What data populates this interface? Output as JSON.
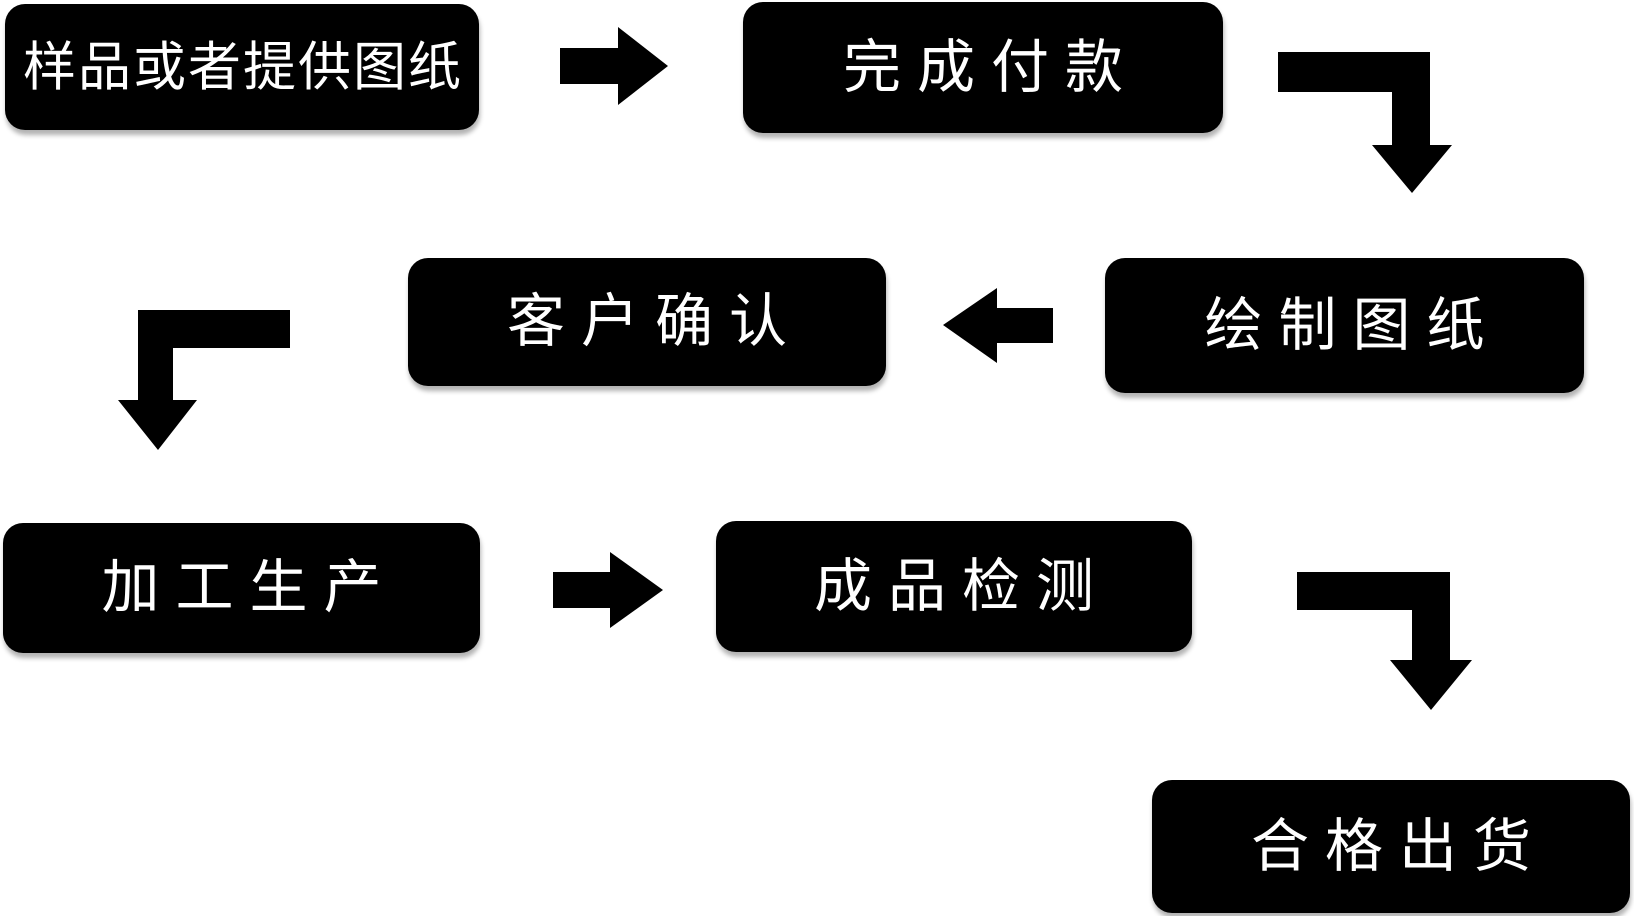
{
  "flowchart": {
    "background_color": "#ffffff",
    "node_fill_color": "#000000",
    "node_text_color": "#ffffff",
    "arrow_color": "#000000",
    "nodes": [
      {
        "id": "sample-or-drawings",
        "label": "样品或者提供图纸"
      },
      {
        "id": "complete-payment",
        "label": "完成付款"
      },
      {
        "id": "draw-drawings",
        "label": "绘制图纸"
      },
      {
        "id": "customer-confirm",
        "label": "客户确认"
      },
      {
        "id": "processing-production",
        "label": "加工生产"
      },
      {
        "id": "product-inspection",
        "label": "成品检测"
      },
      {
        "id": "qualified-shipment",
        "label": "合格出货"
      }
    ],
    "edges": [
      {
        "from": "sample-or-drawings",
        "to": "complete-payment",
        "shape": "straight-right"
      },
      {
        "from": "complete-payment",
        "to": "draw-drawings",
        "shape": "elbow-down-right"
      },
      {
        "from": "draw-drawings",
        "to": "customer-confirm",
        "shape": "straight-left"
      },
      {
        "from": "customer-confirm",
        "to": "processing-production",
        "shape": "elbow-down-left"
      },
      {
        "from": "processing-production",
        "to": "product-inspection",
        "shape": "straight-right"
      },
      {
        "from": "product-inspection",
        "to": "qualified-shipment",
        "shape": "elbow-down-right"
      }
    ]
  }
}
